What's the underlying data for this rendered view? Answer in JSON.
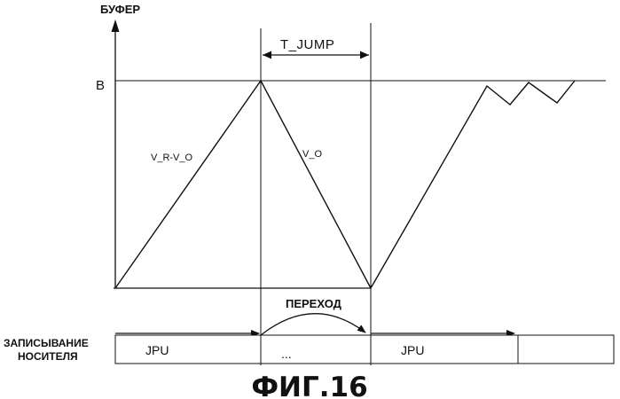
{
  "diagram": {
    "y_axis_label": "БУФЕР",
    "level_label": "B",
    "jump_interval_label": "T_JUMP",
    "rise_rate_label": "V_R-V_O",
    "fall_rate_label": "V_O",
    "jump_label": "ПЕРЕХОД",
    "track_label_line1": "ЗАПИСЫВАНИЕ",
    "track_label_line2": "НОСИТЕЛЯ",
    "segments": [
      "JPU",
      "...",
      "JPU",
      ""
    ],
    "figure_caption": "ФИГ.16"
  }
}
